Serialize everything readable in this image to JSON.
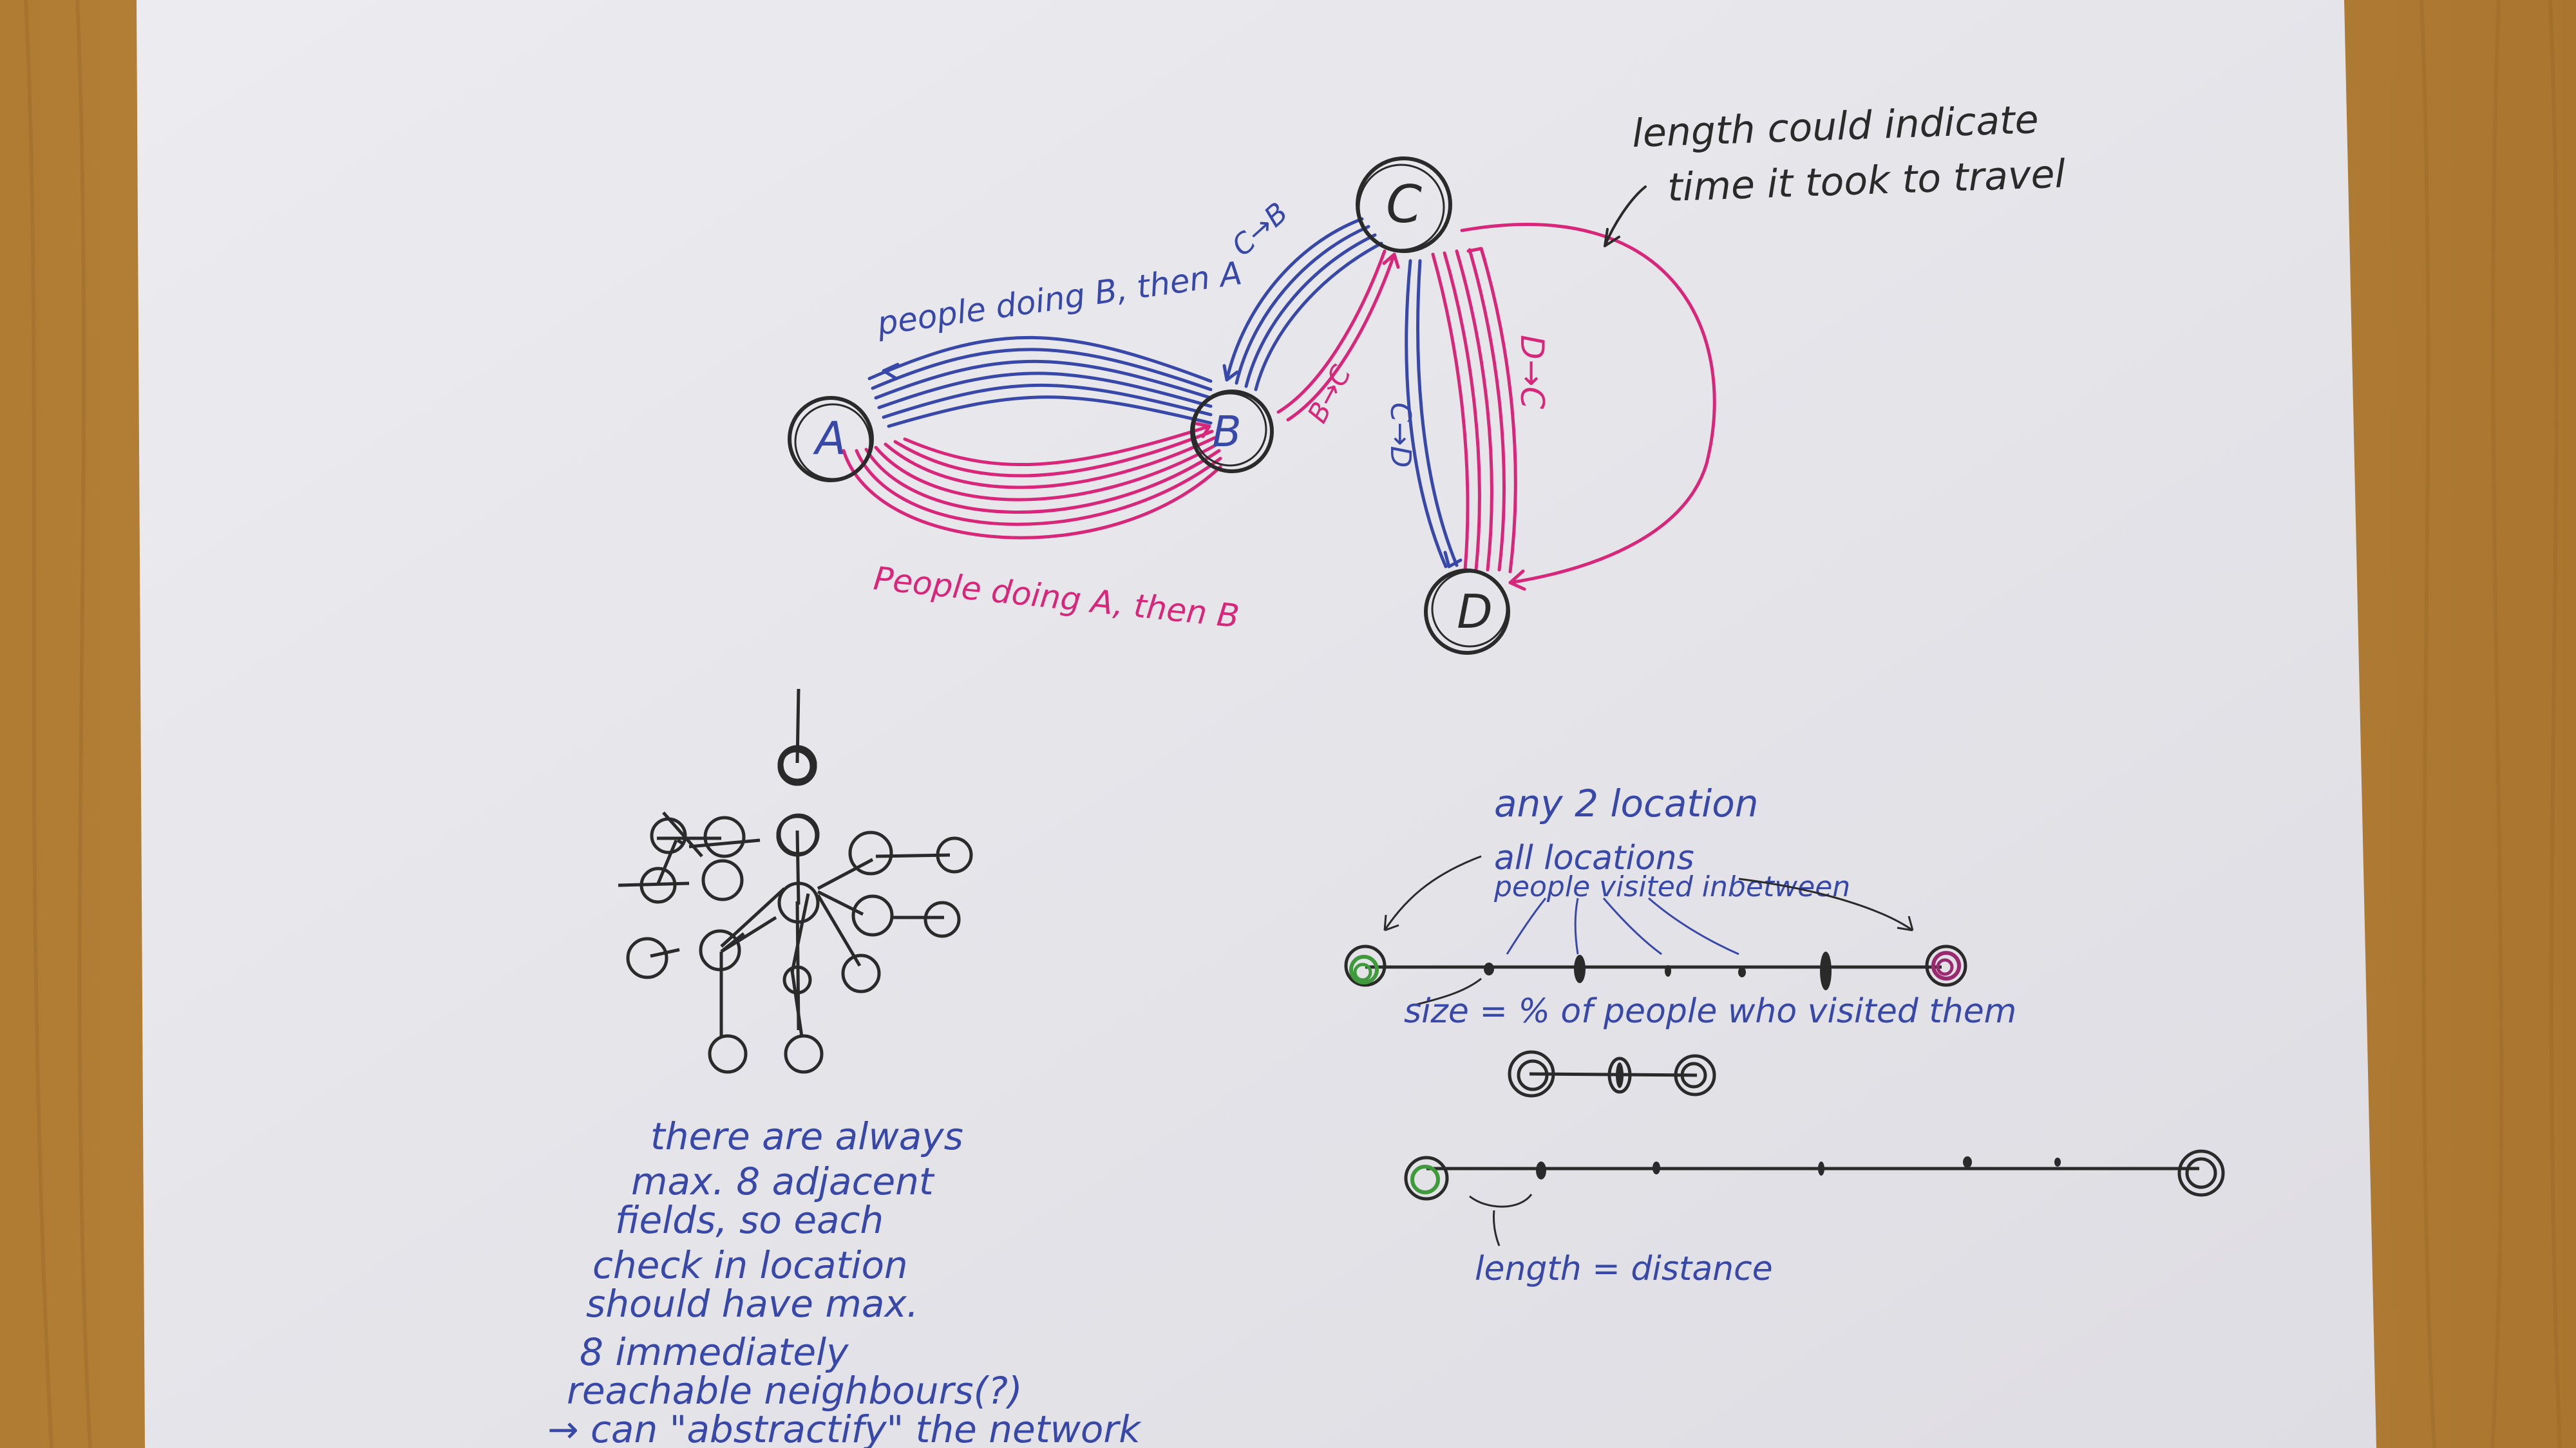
{
  "colors": {
    "table": "#b8863e",
    "paper": "#eaeaee",
    "ink_black": "#2a2a2a",
    "ink_blue": "#3848a8",
    "ink_pink": "#d8267a",
    "ink_green": "#3e9a3a",
    "ink_purple": "#9a2a70"
  },
  "flow_diagram": {
    "nodes": {
      "a": "A",
      "b": "B",
      "c": "C",
      "d": "D"
    },
    "labels": {
      "b_to_a": "people doing B, then A",
      "a_to_b": "People doing A, then B",
      "c_to_b": "C→B",
      "b_to_c": "B→C",
      "d_to_c": "D→C",
      "c_to_d": "C→D"
    },
    "note": {
      "line1": "length could indicate",
      "line2": "time it took to travel"
    }
  },
  "network_notes": [
    "there are always",
    "max. 8 adjacent",
    "fields, so each",
    "check in location",
    "should have max.",
    "8 immediately",
    "reachable neighbours(?)",
    "→ can \"abstractify\" the network"
  ],
  "timeline": {
    "any_two": "any 2 location",
    "all_locations": "all locations",
    "people_visited": "people visited inbetween",
    "size_note": "size = % of people who visited them",
    "length_note": "length = distance"
  }
}
